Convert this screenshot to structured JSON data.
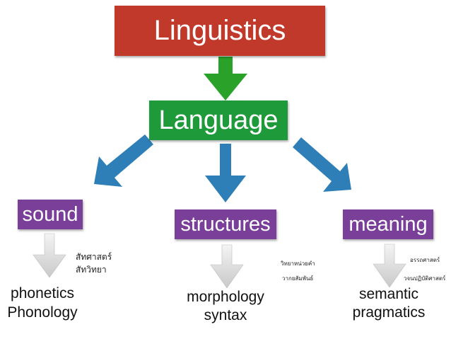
{
  "colors": {
    "top_box": "#c0392b",
    "language_box": "#1e9a3a",
    "category_box": "#7a3f99",
    "green_arrow": "#2aa22a",
    "blue_arrow": "#2e7fb8",
    "grey_arrow": "#d8d8d8"
  },
  "nodes": {
    "linguistics": "Linguistics",
    "language": "Language",
    "sound": "sound",
    "structures": "structures",
    "meaning": "meaning"
  },
  "branches": {
    "sound": {
      "thai_1": "สัทศาสตร์",
      "thai_2": "สัทวิทยา",
      "term_1": "phonetics",
      "term_2": "Phonology"
    },
    "structures": {
      "thai_1": "วิทยาหน่วยคำ",
      "thai_2": "วากยสัมพันธ์",
      "term_1": "morphology",
      "term_2": "syntax"
    },
    "meaning": {
      "thai_1": "อรรถศาสตร์",
      "thai_2": "วจนปฏิบัติศาสตร์",
      "term_1": "semantic",
      "term_2": "pragmatics"
    }
  }
}
